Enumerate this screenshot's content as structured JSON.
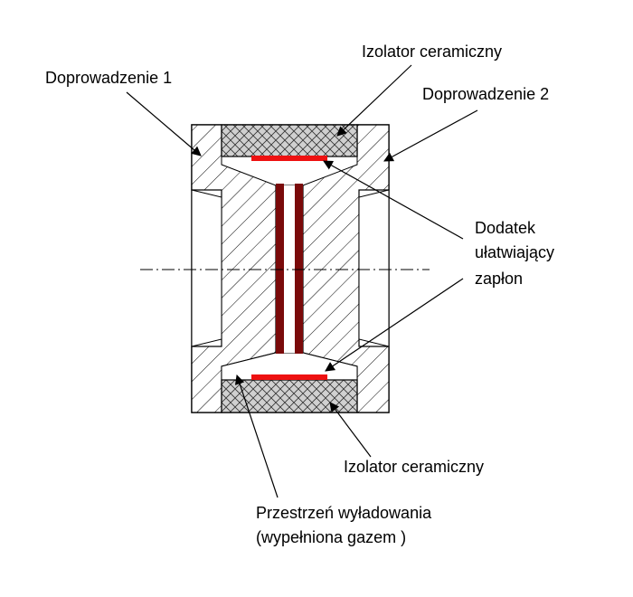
{
  "labels": {
    "lead1": "Doprowadzenie 1",
    "lead2": "Doprowadzenie 2",
    "insulator_top": "Izolator ceramiczny",
    "insulator_bottom": "Izolator ceramiczny",
    "additive_line1": "Dodatek",
    "additive_line2": "ułatwiający",
    "additive_line3": "zapłon",
    "discharge_line1": "Przestrzeń wyładowania",
    "discharge_line2": "(wypełniona gazem )"
  },
  "colors": {
    "ignition_additive": "#ee1111",
    "electrode": "#7a0a0a",
    "insulator_fill": "#cfcfcf",
    "outline": "#000000"
  }
}
